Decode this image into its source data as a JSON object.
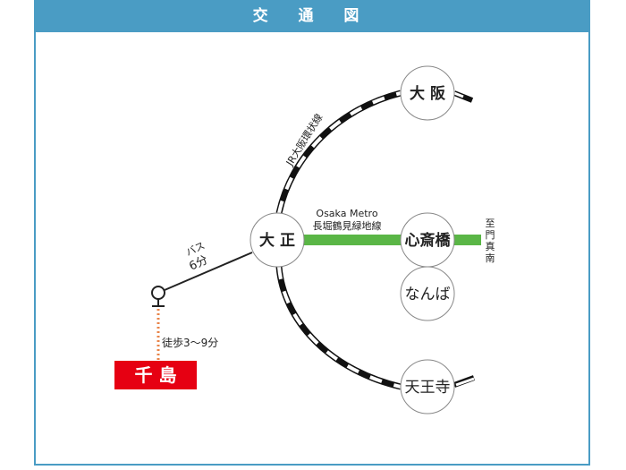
{
  "header": {
    "title": "交 通 図"
  },
  "stations": {
    "taisho": "大 正",
    "osaka": "大 阪",
    "shinsaibashi": "心斎橋",
    "namba": "なんば",
    "tennoji": "天王寺",
    "chishima": "千 島"
  },
  "lines": {
    "jr_loop": "JR大阪環状線",
    "metro_en": "Osaka Metro",
    "metro_jp": "長堀鶴見緑地線",
    "bus_1": "バス",
    "bus_2": "6分",
    "walk": "徒歩3〜9分",
    "toward": [
      "至",
      "門",
      "真",
      "南"
    ]
  },
  "colors": {
    "header": "#4a9cc4",
    "metro": "#5ab646",
    "destination": "#e60012",
    "walk": "#e8844a"
  }
}
